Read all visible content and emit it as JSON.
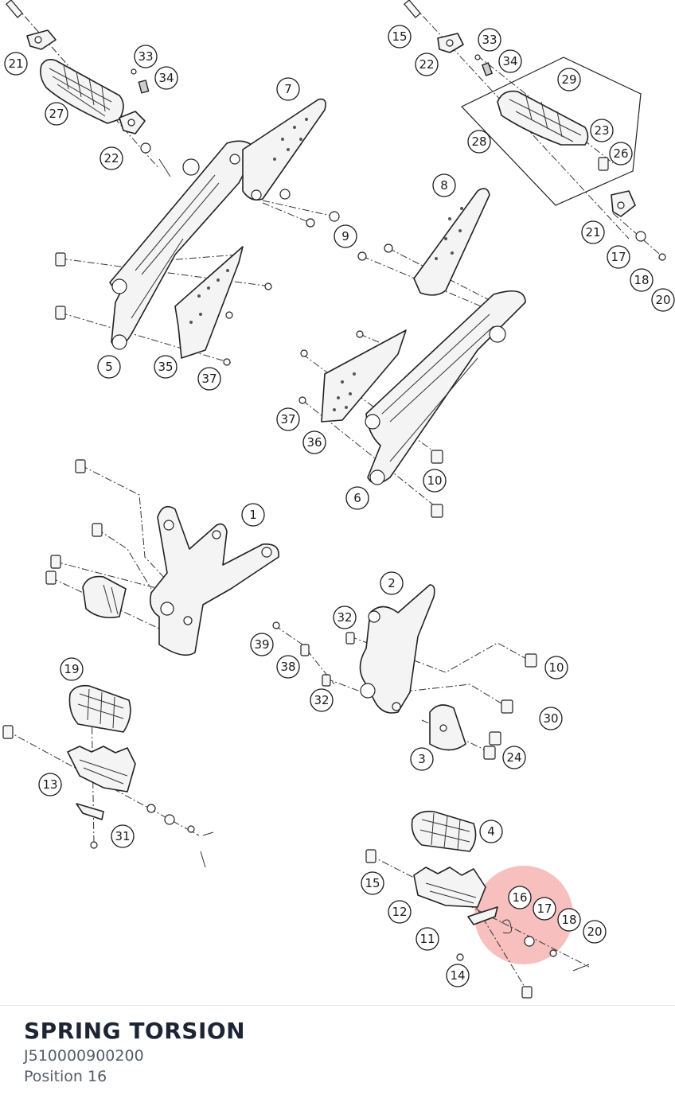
{
  "part": {
    "name": "SPRING TORSION",
    "number": "J510000900200",
    "position": "Position 16"
  },
  "highlight": {
    "position": "16",
    "color": "#e53935"
  },
  "callouts": [
    {
      "id": "c21a",
      "label": "21"
    },
    {
      "id": "c33a",
      "label": "33"
    },
    {
      "id": "c34a",
      "label": "34"
    },
    {
      "id": "c27",
      "label": "27"
    },
    {
      "id": "c22a",
      "label": "22"
    },
    {
      "id": "c7",
      "label": "7"
    },
    {
      "id": "c15a",
      "label": "15"
    },
    {
      "id": "c22b",
      "label": "22"
    },
    {
      "id": "c33b",
      "label": "33"
    },
    {
      "id": "c34b",
      "label": "34"
    },
    {
      "id": "c29",
      "label": "29"
    },
    {
      "id": "c23",
      "label": "23"
    },
    {
      "id": "c26",
      "label": "26"
    },
    {
      "id": "c28",
      "label": "28"
    },
    {
      "id": "c8",
      "label": "8"
    },
    {
      "id": "c9",
      "label": "9"
    },
    {
      "id": "c21b",
      "label": "21"
    },
    {
      "id": "c17a",
      "label": "17"
    },
    {
      "id": "c18a",
      "label": "18"
    },
    {
      "id": "c20a",
      "label": "20"
    },
    {
      "id": "c5",
      "label": "5"
    },
    {
      "id": "c35",
      "label": "35"
    },
    {
      "id": "c37a",
      "label": "37"
    },
    {
      "id": "c37b",
      "label": "37"
    },
    {
      "id": "c36",
      "label": "36"
    },
    {
      "id": "c10a",
      "label": "10"
    },
    {
      "id": "c6",
      "label": "6"
    },
    {
      "id": "c1",
      "label": "1"
    },
    {
      "id": "c2",
      "label": "2"
    },
    {
      "id": "c32a",
      "label": "32"
    },
    {
      "id": "c39",
      "label": "39"
    },
    {
      "id": "c38",
      "label": "38"
    },
    {
      "id": "c10b",
      "label": "10"
    },
    {
      "id": "c32b",
      "label": "32"
    },
    {
      "id": "c30",
      "label": "30"
    },
    {
      "id": "c19",
      "label": "19"
    },
    {
      "id": "c3",
      "label": "3"
    },
    {
      "id": "c24",
      "label": "24"
    },
    {
      "id": "c13",
      "label": "13"
    },
    {
      "id": "c31",
      "label": "31"
    },
    {
      "id": "c4",
      "label": "4"
    },
    {
      "id": "c15b",
      "label": "15"
    },
    {
      "id": "c16",
      "label": "16"
    },
    {
      "id": "c17b",
      "label": "17"
    },
    {
      "id": "c12",
      "label": "12"
    },
    {
      "id": "c18b",
      "label": "18"
    },
    {
      "id": "c20b",
      "label": "20"
    },
    {
      "id": "c11",
      "label": "11"
    },
    {
      "id": "c14",
      "label": "14"
    }
  ]
}
